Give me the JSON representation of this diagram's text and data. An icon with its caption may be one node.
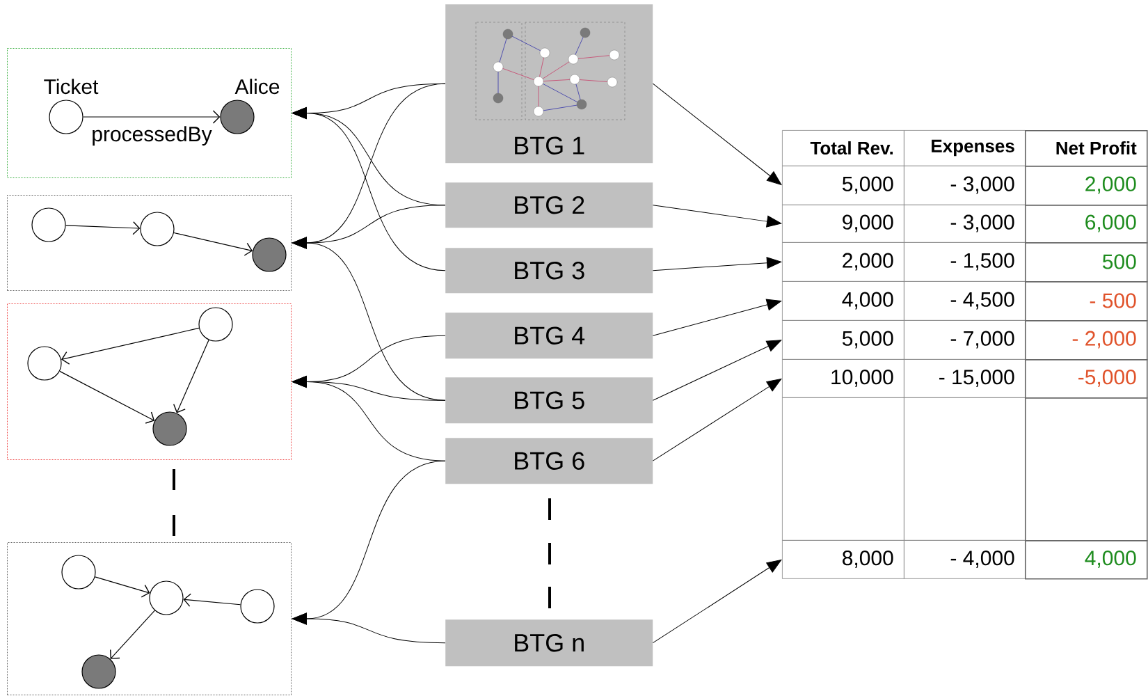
{
  "diagram": {
    "nodes": [
      {
        "text": [],
        "shape": "box"
      },
      {
        "text": [
          "Ticket"
        ],
        "in": 0
      },
      {
        "text": [
          "Alice"
        ],
        "in": 0
      },
      {
        "text": [],
        "shape": "box"
      },
      {
        "text": [],
        "shape": "circle",
        "in": 3
      },
      {
        "text": [],
        "shape": "circle",
        "in": 3
      },
      {
        "text": [],
        "shape": "circle",
        "in": 3
      },
      {
        "text": [],
        "shape": "box"
      },
      {
        "text": [],
        "shape": "circle",
        "in": 7
      },
      {
        "text": [],
        "shape": "circle",
        "in": 7
      },
      {
        "text": [],
        "shape": "circle",
        "in": 7
      },
      {
        "text": [],
        "shape": "box"
      },
      {
        "text": [],
        "shape": "circle",
        "in": 11
      },
      {
        "text": [],
        "shape": "circle",
        "in": 11
      },
      {
        "text": [],
        "shape": "circle",
        "in": 11
      },
      {
        "text": [],
        "shape": "circle",
        "in": 11
      },
      {
        "text": [
          "BTG 1"
        ]
      },
      {
        "text": [
          "BTG 2"
        ]
      },
      {
        "text": [
          "BTG 3"
        ]
      },
      {
        "text": [
          "BTG 4"
        ]
      },
      {
        "text": [
          "BTG 5"
        ]
      },
      {
        "text": [
          "BTG 6"
        ]
      },
      {
        "text": [
          "BTG n"
        ]
      },
      {
        "text": [
          "5,000",
          "- 3,000",
          "2,000"
        ]
      },
      {
        "text": [
          "9,000",
          "- 3,000",
          "6,000"
        ]
      },
      {
        "text": [
          "2,000",
          "- 1,500",
          "500"
        ]
      },
      {
        "text": [
          "4,000",
          "- 4,500",
          "- 500"
        ]
      },
      {
        "text": [
          "5,000",
          "- 7,000",
          "- 2,000"
        ]
      },
      {
        "text": [
          "10,000",
          "- 15,000",
          "-5,000"
        ]
      },
      {
        "text": [],
        "shape": "box"
      },
      {
        "text": [
          "8,000",
          "- 4,000",
          "4,000"
        ]
      }
    ],
    "edges": [
      {
        "from": 1,
        "to": 2,
        "arrow": "to",
        "label": "processedBy"
      },
      {
        "from": 4,
        "to": 5,
        "arrow": "to"
      },
      {
        "from": 5,
        "to": 6,
        "arrow": "to"
      },
      {
        "from": 8,
        "to": 9,
        "arrow": "to"
      },
      {
        "from": 9,
        "to": 10,
        "arrow": "to"
      },
      {
        "from": 8,
        "to": 10,
        "arrow": "to"
      },
      {
        "from": 12,
        "to": 13,
        "arrow": "to"
      },
      {
        "from": 14,
        "to": 13,
        "arrow": "to"
      },
      {
        "from": 13,
        "to": 15,
        "arrow": "to"
      },
      {
        "from": 16,
        "to": 0,
        "arrow": "to"
      },
      {
        "from": 17,
        "to": 0,
        "arrow": "to"
      },
      {
        "from": 18,
        "to": 0,
        "arrow": "to"
      },
      {
        "from": 16,
        "to": 3,
        "arrow": "to"
      },
      {
        "from": 17,
        "to": 3,
        "arrow": "to"
      },
      {
        "from": 20,
        "to": 3,
        "arrow": "to"
      },
      {
        "from": 19,
        "to": 7,
        "arrow": "to"
      },
      {
        "from": 20,
        "to": 7,
        "arrow": "to"
      },
      {
        "from": 21,
        "to": 7,
        "arrow": "to"
      },
      {
        "from": 21,
        "to": 11,
        "arrow": "to"
      },
      {
        "from": 22,
        "to": 11,
        "arrow": "to"
      },
      {
        "from": 16,
        "to": 23,
        "arrow": "to"
      },
      {
        "from": 17,
        "to": 24,
        "arrow": "to"
      },
      {
        "from": 18,
        "to": 25,
        "arrow": "to"
      },
      {
        "from": 19,
        "to": 26,
        "arrow": "to"
      },
      {
        "from": 20,
        "to": 27,
        "arrow": "to"
      },
      {
        "from": 21,
        "to": 28,
        "arrow": "to"
      },
      {
        "from": 22,
        "to": 30,
        "arrow": "to"
      }
    ],
    "labels": [
      "Total Rev.",
      "Expenses",
      "Net Profit"
    ]
  }
}
